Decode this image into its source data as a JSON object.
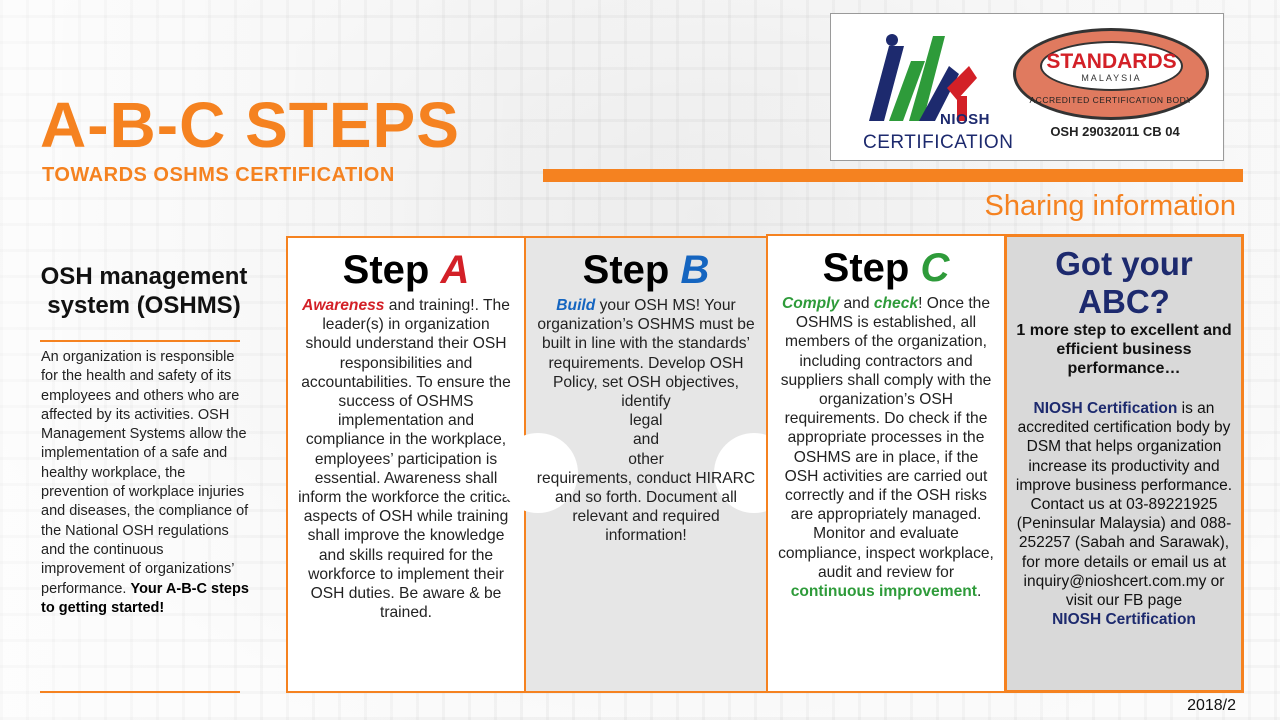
{
  "header": {
    "title": "A-B-C STEPS",
    "subtitle": "TOWARDS OSHMS CERTIFICATION",
    "sharing": "Sharing information"
  },
  "logos": {
    "niosh_word": "NIOSH",
    "certification_word": "CERTIFICATION",
    "standards_name": "STANDARDS",
    "standards_country": "MALAYSIA",
    "standards_arc": "ACCREDITED CERTIFICATION BODY",
    "standards_code": "OSH 29032011 CB 04"
  },
  "left": {
    "heading": "OSH management system (OSHMS)",
    "body": "An organization is responsible for the health and safety of its employees and others who are affected by its activities. OSH Management Systems allow the implementation of a safe and healthy workplace, the prevention of workplace injuries and diseases, the compliance of the National OSH regulations and the continuous improvement of organizations’ performance.",
    "body_strong": "Your A-B-C steps to getting started!"
  },
  "step_a": {
    "title": "Step ",
    "letter": "A",
    "highlight": "Awareness",
    "text": " and training!. The leader(s) in organization should understand their OSH responsibilities and accountabilities. To ensure the success of OSHMS implementation and compliance in the workplace, employees’ participation is essential. Awareness shall inform the workforce the critical aspects of OSH while training shall improve the knowledge and skills required for the workforce to implement their OSH duties. Be aware & be trained."
  },
  "step_b": {
    "title": "Step ",
    "letter": "B",
    "highlight": "Build",
    "text_top": " your OSH MS! Your organization’s OSHMS must be built in line with the standards’ requirements. Develop OSH Policy, set OSH objectives,",
    "w1": "identify",
    "w2": "legal",
    "w3": "and",
    "w4": "other",
    "text_bottom": "requirements, conduct HIRARC and so forth. Document all relevant and required information!"
  },
  "step_c": {
    "title": "Step ",
    "letter": "C",
    "highlight1": "Comply",
    "and": " and ",
    "highlight2": "check",
    "text": "! Once the OSHMS is established, all members of the organization, including contractors and suppliers shall comply with the organization’s OSH requirements. Do check if the appropriate processes in the OSHMS are in place, if the OSH activities are carried out correctly and if the OSH risks are appropriately managed. Monitor and evaluate compliance, inspect workplace, audit and review for ",
    "highlight3": "continuous improvement",
    "end": "."
  },
  "step_d": {
    "heading": "Got your ABC?",
    "sub": "1 more step to excellent and efficient business performance…",
    "brand": "NIOSH Certification",
    "text": " is an accredited certification body by DSM that helps organization increase its productivity and improve business performance. Contact us at 03-89221925 (Peninsular Malaysia) and 088-252257 (Sabah and Sarawak),  for more details or email us at inquiry@nioshcert.com.my or visit our FB page",
    "fb": "NIOSH Certification"
  },
  "footer": {
    "year": "2018/2"
  },
  "colors": {
    "orange": "#f58220",
    "navy": "#1d2a6e",
    "red": "#d32027",
    "blue": "#1565c0",
    "green": "#2e9b3a"
  }
}
